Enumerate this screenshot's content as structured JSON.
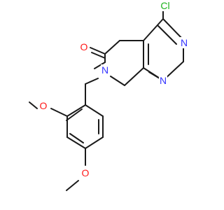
{
  "molecule": {
    "atoms": {
      "chlorine": "Cl",
      "carbonyl_oxygen": "O",
      "pyrimidine_n_upper": "N",
      "pyrimidine_n_lower": "N",
      "lactam_nitrogen": "N",
      "methoxy_oxygen_ortho": "O",
      "methoxy_oxygen_para": "O"
    },
    "colors": {
      "bond": "#1a1a1a",
      "carbon_text": "#1a1a1a",
      "nitrogen": "#3333ff",
      "oxygen": "#ff1a1a",
      "chlorine": "#1db21d"
    }
  }
}
